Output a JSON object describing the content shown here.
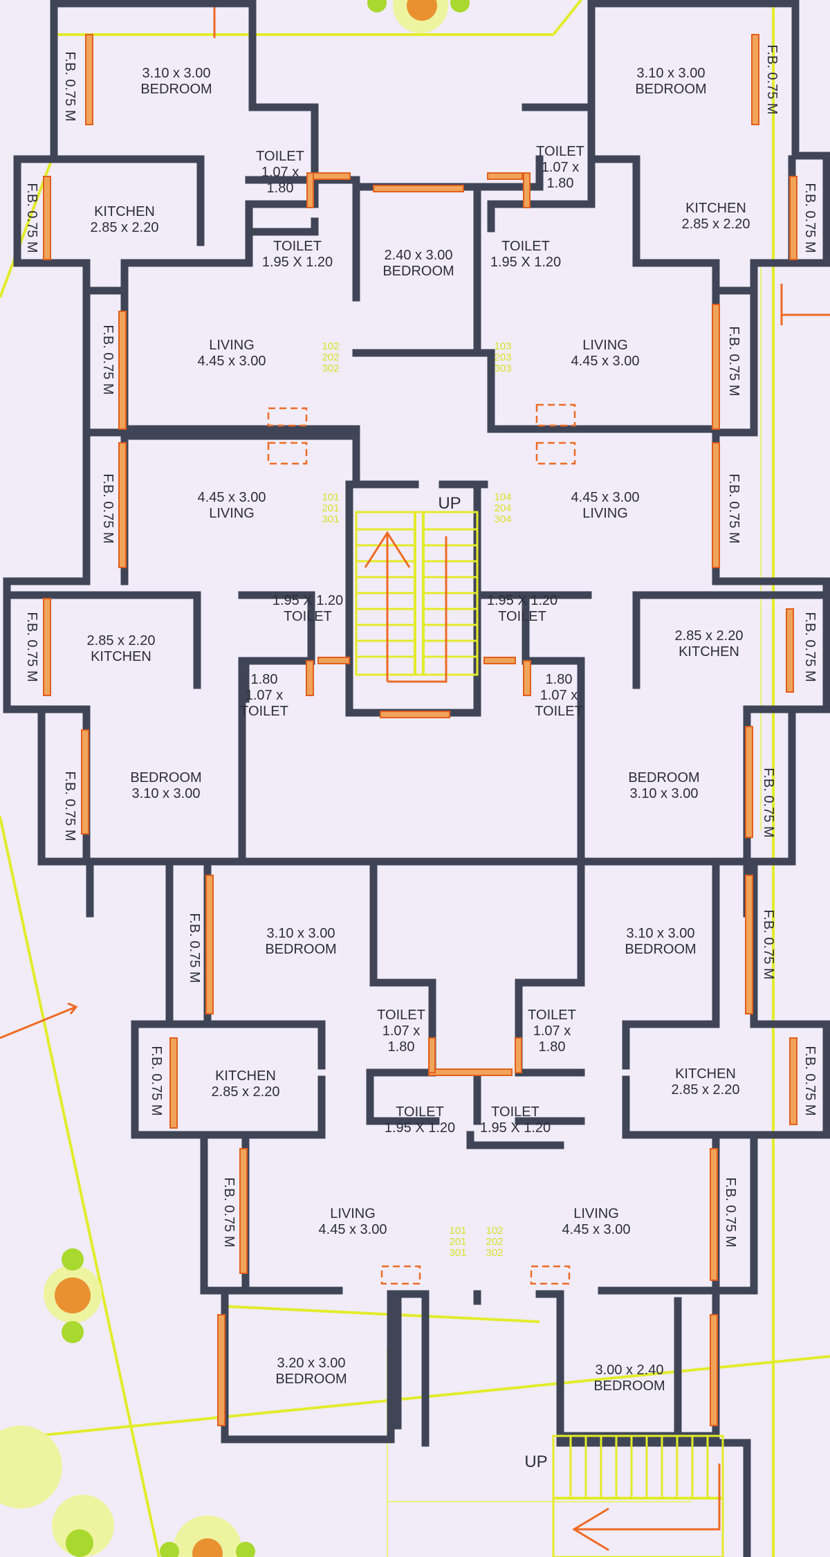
{
  "rooms": [
    {
      "id": "bed-tl",
      "lines": [
        "3.10 x 3.00",
        "BEDROOM"
      ]
    },
    {
      "id": "bed-tr",
      "lines": [
        "3.10 x 3.00",
        "BEDROOM"
      ]
    },
    {
      "id": "kit-tl",
      "lines": [
        "KITCHEN",
        "2.85 x 2.20"
      ]
    },
    {
      "id": "kit-tr",
      "lines": [
        "KITCHEN",
        "2.85 x 2.20"
      ]
    },
    {
      "id": "toi-tl-s",
      "lines": [
        "TOILET",
        "1.07 x",
        "1.80"
      ]
    },
    {
      "id": "toi-tr-s",
      "lines": [
        "TOILET",
        "1.07 x",
        "1.80"
      ]
    },
    {
      "id": "toi-tl-l",
      "lines": [
        "TOILET",
        "1.95 X 1.20"
      ]
    },
    {
      "id": "toi-tr-l",
      "lines": [
        "TOILET",
        "1.95 X 1.20"
      ]
    },
    {
      "id": "bed-center",
      "lines": [
        "2.40 x 3.00",
        "BEDROOM"
      ]
    },
    {
      "id": "liv-tl",
      "lines": [
        "LIVING",
        "4.45 x 3.00"
      ]
    },
    {
      "id": "liv-tr",
      "lines": [
        "LIVING",
        "4.45 x 3.00"
      ]
    },
    {
      "id": "liv-ml",
      "lines": [
        "4.45 x 3.00",
        "LIVING"
      ]
    },
    {
      "id": "liv-mr",
      "lines": [
        "4.45 x 3.00",
        "LIVING"
      ]
    },
    {
      "id": "toi-ml-l",
      "lines": [
        "1.95 X 1.20",
        "TOILET"
      ]
    },
    {
      "id": "toi-mr-l",
      "lines": [
        "1.95 X 1.20",
        "TOILET"
      ]
    },
    {
      "id": "kit-ml",
      "lines": [
        "2.85 x 2.20",
        "KITCHEN"
      ]
    },
    {
      "id": "kit-mr",
      "lines": [
        "2.85 x 2.20",
        "KITCHEN"
      ]
    },
    {
      "id": "toi-ml-s",
      "lines": [
        "1.80",
        "1.07 x",
        "TOILET"
      ]
    },
    {
      "id": "toi-mr-s",
      "lines": [
        "1.80",
        "1.07 x",
        "TOILET"
      ]
    },
    {
      "id": "bed-ml",
      "lines": [
        "BEDROOM",
        "3.10 x 3.00"
      ]
    },
    {
      "id": "bed-mr",
      "lines": [
        "BEDROOM",
        "3.10 x 3.00"
      ]
    },
    {
      "id": "bed-bl",
      "lines": [
        "3.10 x 3.00",
        "BEDROOM"
      ]
    },
    {
      "id": "bed-br",
      "lines": [
        "3.10 x 3.00",
        "BEDROOM"
      ]
    },
    {
      "id": "toi-bl-s",
      "lines": [
        "TOILET",
        "1.07 x",
        "1.80"
      ]
    },
    {
      "id": "toi-br-s",
      "lines": [
        "TOILET",
        "1.07 x",
        "1.80"
      ]
    },
    {
      "id": "kit-bl",
      "lines": [
        "KITCHEN",
        "2.85 x 2.20"
      ]
    },
    {
      "id": "kit-br",
      "lines": [
        "KITCHEN",
        "2.85 x 2.20"
      ]
    },
    {
      "id": "toi-bl-l",
      "lines": [
        "TOILET",
        "1.95 X 1.20"
      ]
    },
    {
      "id": "toi-br-l",
      "lines": [
        "TOILET",
        "1.95 X 1.20"
      ]
    },
    {
      "id": "liv-bl",
      "lines": [
        "LIVING",
        "4.45 x 3.00"
      ]
    },
    {
      "id": "liv-br",
      "lines": [
        "LIVING",
        "4.45 x 3.00"
      ]
    },
    {
      "id": "bed-bl2",
      "lines": [
        "3.20 x 3.00",
        "BEDROOM"
      ]
    },
    {
      "id": "bed-br2",
      "lines": [
        "3.00 x 2.40",
        "BEDROOM"
      ]
    }
  ],
  "flower_beds": [
    "F.B. 0.75 M",
    "F.B. 0.75 M",
    "F.B. 0.75 M",
    "F.B. 0.75 M",
    "F.B. 0.75 M",
    "F.B. 0.75 M",
    "F.B. 0.75 M",
    "F.B. 0.75 M",
    "F.B. 0.75 M",
    "F.B. 0.75 M",
    "F.B. 0.75 M",
    "F.B. 0.75 M",
    "F.B. 0.75 M",
    "F.B. 0.75 M",
    "F.B. 0.75 M",
    "F.B. 0.75 M",
    "F.B. 0.75 M",
    "F.B. 0.75 M"
  ],
  "unit_numbers": [
    {
      "id": "un-1",
      "lines": [
        "102",
        "202",
        "302"
      ]
    },
    {
      "id": "un-2",
      "lines": [
        "103",
        "203",
        "303"
      ]
    },
    {
      "id": "un-3",
      "lines": [
        "101",
        "201",
        "301"
      ]
    },
    {
      "id": "un-4",
      "lines": [
        "104",
        "204",
        "304"
      ]
    },
    {
      "id": "un-5",
      "lines": [
        "101",
        "201",
        "301"
      ]
    },
    {
      "id": "un-6",
      "lines": [
        "102",
        "202",
        "302"
      ]
    }
  ],
  "stair_labels": [
    "UP",
    "UP"
  ],
  "colors": {
    "wall": "#3f4556",
    "window": "#e25e1c",
    "guide": "#e2ec2c",
    "background": "#f1ecf8"
  }
}
